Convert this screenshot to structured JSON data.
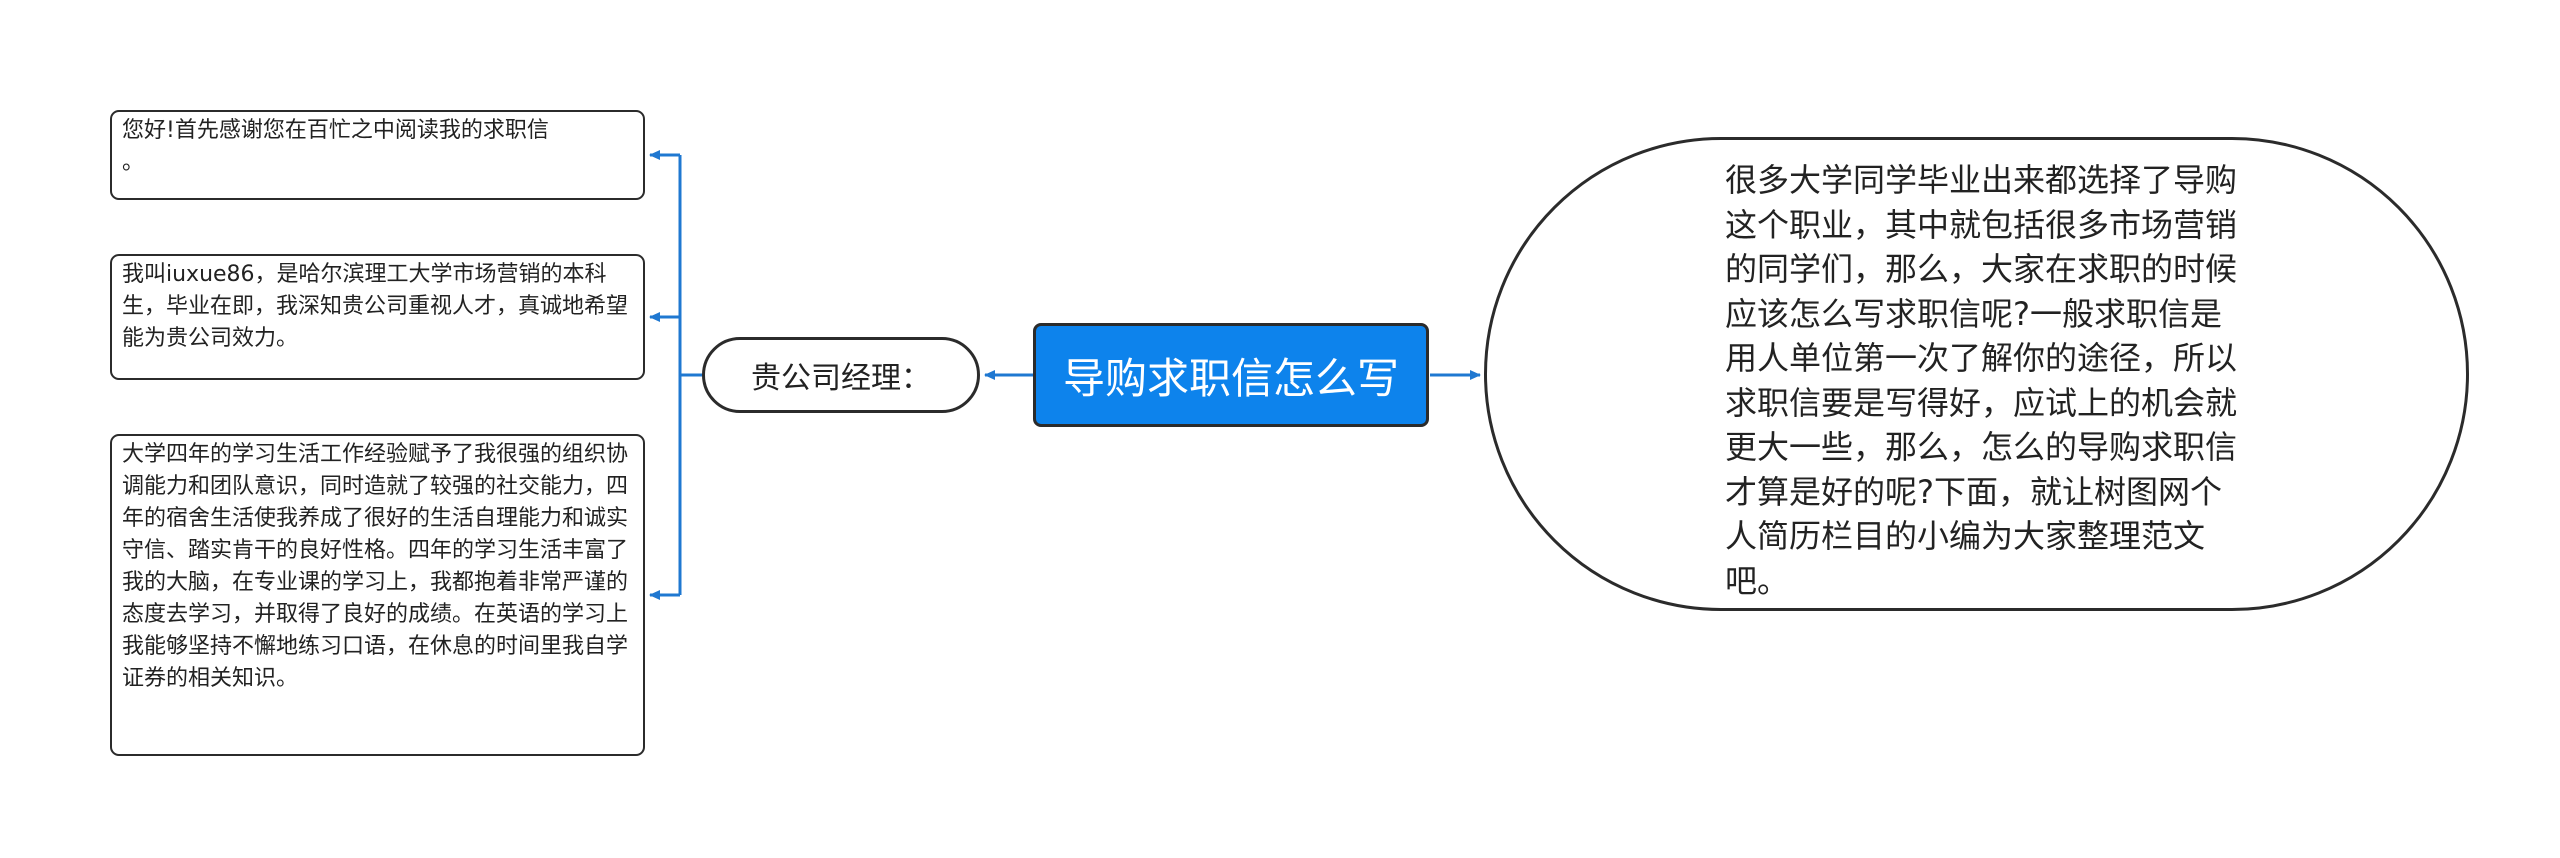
{
  "root": {
    "title": "导购求职信怎么写"
  },
  "summary": {
    "text": "很多大学同学毕业出来都选择了导购这个职业，其中就包括很多市场营销的同学们，那么，大家在求职的时候应该怎么写求职信呢?一般求职信是用人单位第一次了解你的途径，所以求职信要是写得好，应试上的机会就更大一些，那么，怎么的导购求职信才算是好的呢?下面，就让树图网个人简历栏目的小编为大家整理范文吧。"
  },
  "branch": {
    "label": "贵公司经理："
  },
  "leaves": [
    {
      "text": "您好!首先感谢您在百忙之中阅读我的求职信\n。"
    },
    {
      "text": "我叫iuxue86，是哈尔滨理工大学市场营销的本科生，毕业在即，我深知贵公司重视人才，真诚地希望能为贵公司效力。"
    },
    {
      "text": "大学四年的学习生活工作经验赋予了我很强的组织协调能力和团队意识，同时造就了较强的社交能力，四年的宿舍生活使我养成了很好的生活自理能力和诚实守信、踏实肯干的良好性格。四年的学习生活丰富了我的大脑，在专业课的学习上，我都抱着非常严谨的态度去学习，并取得了良好的成绩。在英语的学习上我能够坚持不懈地练习口语，在休息的时间里我自学证券的相关知识。"
    }
  ],
  "colors": {
    "root_fill": "#0d83ec",
    "connector": "#1f78d1",
    "border": "#2b2b2b"
  }
}
